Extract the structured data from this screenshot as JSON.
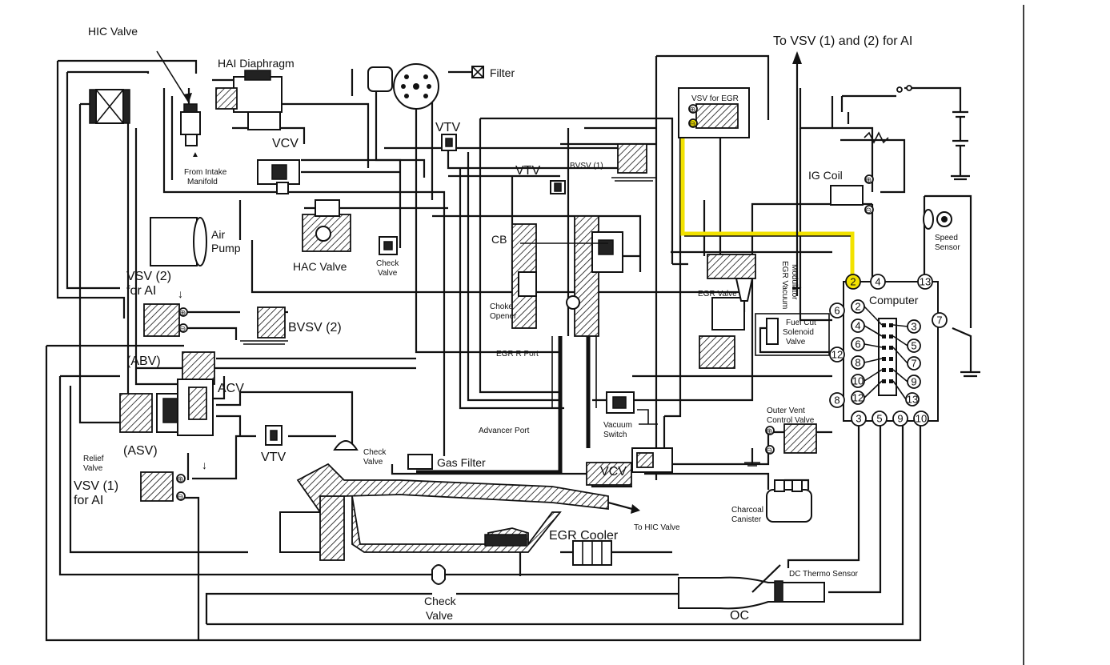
{
  "labels": {
    "hic_valve": "HIC Valve",
    "hai_diaphragm": "HAI Diaphragm",
    "filter": "Filter",
    "to_vsv_ai": "To VSV (1) and (2) for AI",
    "vsv_for_egr": "VSV for EGR",
    "from_intake_1": "From Intake",
    "from_intake_2": "Manifold",
    "vcv_top": "VCV",
    "vtv_top": "VTV",
    "vtv_mid": "VTV",
    "bvsv1": "BVSV (1)",
    "ig_coil": "IG Coil",
    "air_pump_1": "Air",
    "air_pump_2": "Pump",
    "cb": "CB",
    "speed_sensor_1": "Speed",
    "speed_sensor_2": "Sensor",
    "hac_valve": "HAC Valve",
    "check_valve_1": "Check",
    "check_valve_2": "Valve",
    "vsv2_1": "VSV (2)",
    "vsv2_2": "for AI",
    "egr_vacuum_modulator_1": "EGR Vacuum",
    "egr_vacuum_modulator_2": "Modulator",
    "egr_valve": "EGR Valve",
    "computer": "Computer",
    "choke_opener_1": "Choke",
    "choke_opener_2": "Opener",
    "bvsv2": "BVSV (2)",
    "fuel_cut_1": "Fuel Cut",
    "fuel_cut_2": "Solenoid",
    "fuel_cut_3": "Valve",
    "abv": "(ABV)",
    "egr_r_port": "EGR R Port",
    "acv": "ACV",
    "outer_vent_1": "Outer Vent",
    "outer_vent_2": "Control Valve",
    "vacuum_switch_1": "Vacuum",
    "vacuum_switch_2": "Switch",
    "advancer_port": "Advancer Port",
    "relief_valve_1": "Relief",
    "relief_valve_2": "Valve",
    "asv": "(ASV)",
    "vtv_low": "VTV",
    "check_valve_low_1": "Check",
    "check_valve_low_2": "Valve",
    "gas_filter": "Gas Filter",
    "vcv_low": "VCV",
    "vsv1_1": "VSV (1)",
    "vsv1_2": "for AI",
    "charcoal_1": "Charcoal",
    "charcoal_2": "Canister",
    "to_hic_valve": "To HIC Valve",
    "egr_cooler": "EGR Cooler",
    "dc_thermo_sensor": "DC Thermo Sensor",
    "check_valve_bottom_1": "Check",
    "check_valve_bottom_2": "Valve",
    "oc": "OC"
  },
  "computer_pins": {
    "top": [
      "2",
      "4",
      "13"
    ],
    "left": [
      "6",
      "12",
      "8"
    ],
    "right": [
      "7"
    ],
    "bottom": [
      "3",
      "5",
      "9",
      "10"
    ],
    "connector_left": [
      "2",
      "4",
      "6",
      "8",
      "10",
      "12"
    ],
    "connector_right": [
      "3",
      "5",
      "7",
      "9",
      "13"
    ]
  },
  "symbols": {
    "plus": "⊕",
    "minus": "⊖",
    "plus_sign": "+",
    "minus_sign": "−",
    "arrow_up": "▲",
    "arrow_down": "↓"
  },
  "colors": {
    "highlight": "#f2e200",
    "line": "#111111"
  }
}
